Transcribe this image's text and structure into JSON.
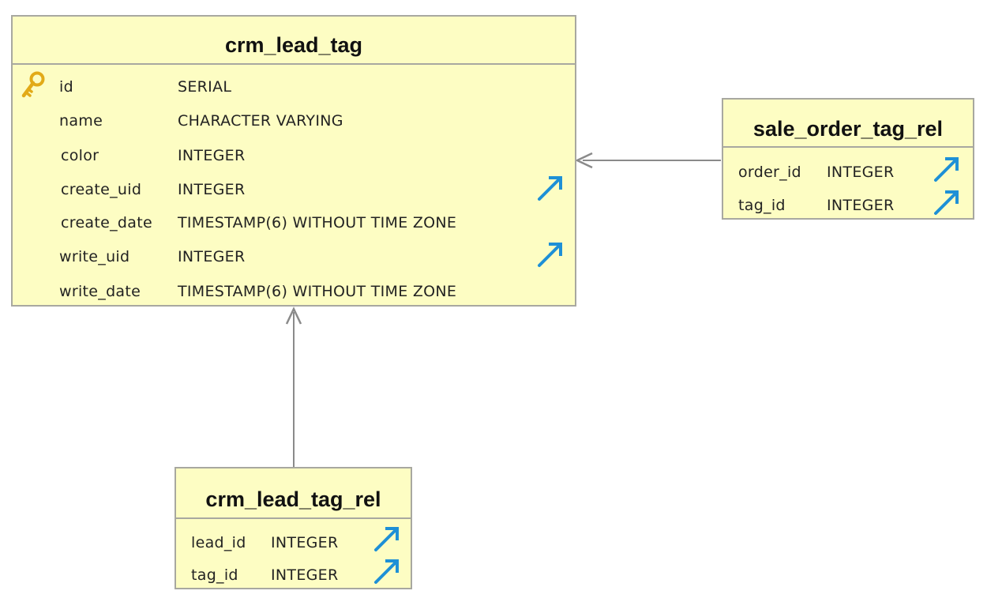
{
  "colors": {
    "entity_fill": "#fdfdc3",
    "entity_border": "#a8a8a0",
    "connector": "#8a8a8a",
    "key_icon": "#e2aa18",
    "fk_icon": "#1e90d6"
  },
  "entities": {
    "crm_lead_tag": {
      "name": "crm_lead_tag",
      "columns": [
        {
          "name": "id",
          "type": "SERIAL",
          "primary_key": true,
          "foreign_key": false
        },
        {
          "name": "name",
          "type": "CHARACTER VARYING",
          "primary_key": false,
          "foreign_key": false
        },
        {
          "name": "color",
          "type": "INTEGER",
          "primary_key": false,
          "foreign_key": false
        },
        {
          "name": "create_uid",
          "type": "INTEGER",
          "primary_key": false,
          "foreign_key": true
        },
        {
          "name": "create_date",
          "type": "TIMESTAMP(6) WITHOUT TIME ZONE",
          "primary_key": false,
          "foreign_key": false
        },
        {
          "name": "write_uid",
          "type": "INTEGER",
          "primary_key": false,
          "foreign_key": true
        },
        {
          "name": "write_date",
          "type": "TIMESTAMP(6) WITHOUT TIME ZONE",
          "primary_key": false,
          "foreign_key": false
        }
      ]
    },
    "sale_order_tag_rel": {
      "name": "sale_order_tag_rel",
      "columns": [
        {
          "name": "order_id",
          "type": "INTEGER",
          "foreign_key": true
        },
        {
          "name": "tag_id",
          "type": "INTEGER",
          "foreign_key": true
        }
      ]
    },
    "crm_lead_tag_rel": {
      "name": "crm_lead_tag_rel",
      "columns": [
        {
          "name": "lead_id",
          "type": "INTEGER",
          "foreign_key": true
        },
        {
          "name": "tag_id",
          "type": "INTEGER",
          "foreign_key": true
        }
      ]
    }
  },
  "relationships": [
    {
      "from": "sale_order_tag_rel",
      "to": "crm_lead_tag"
    },
    {
      "from": "crm_lead_tag_rel",
      "to": "crm_lead_tag"
    }
  ]
}
